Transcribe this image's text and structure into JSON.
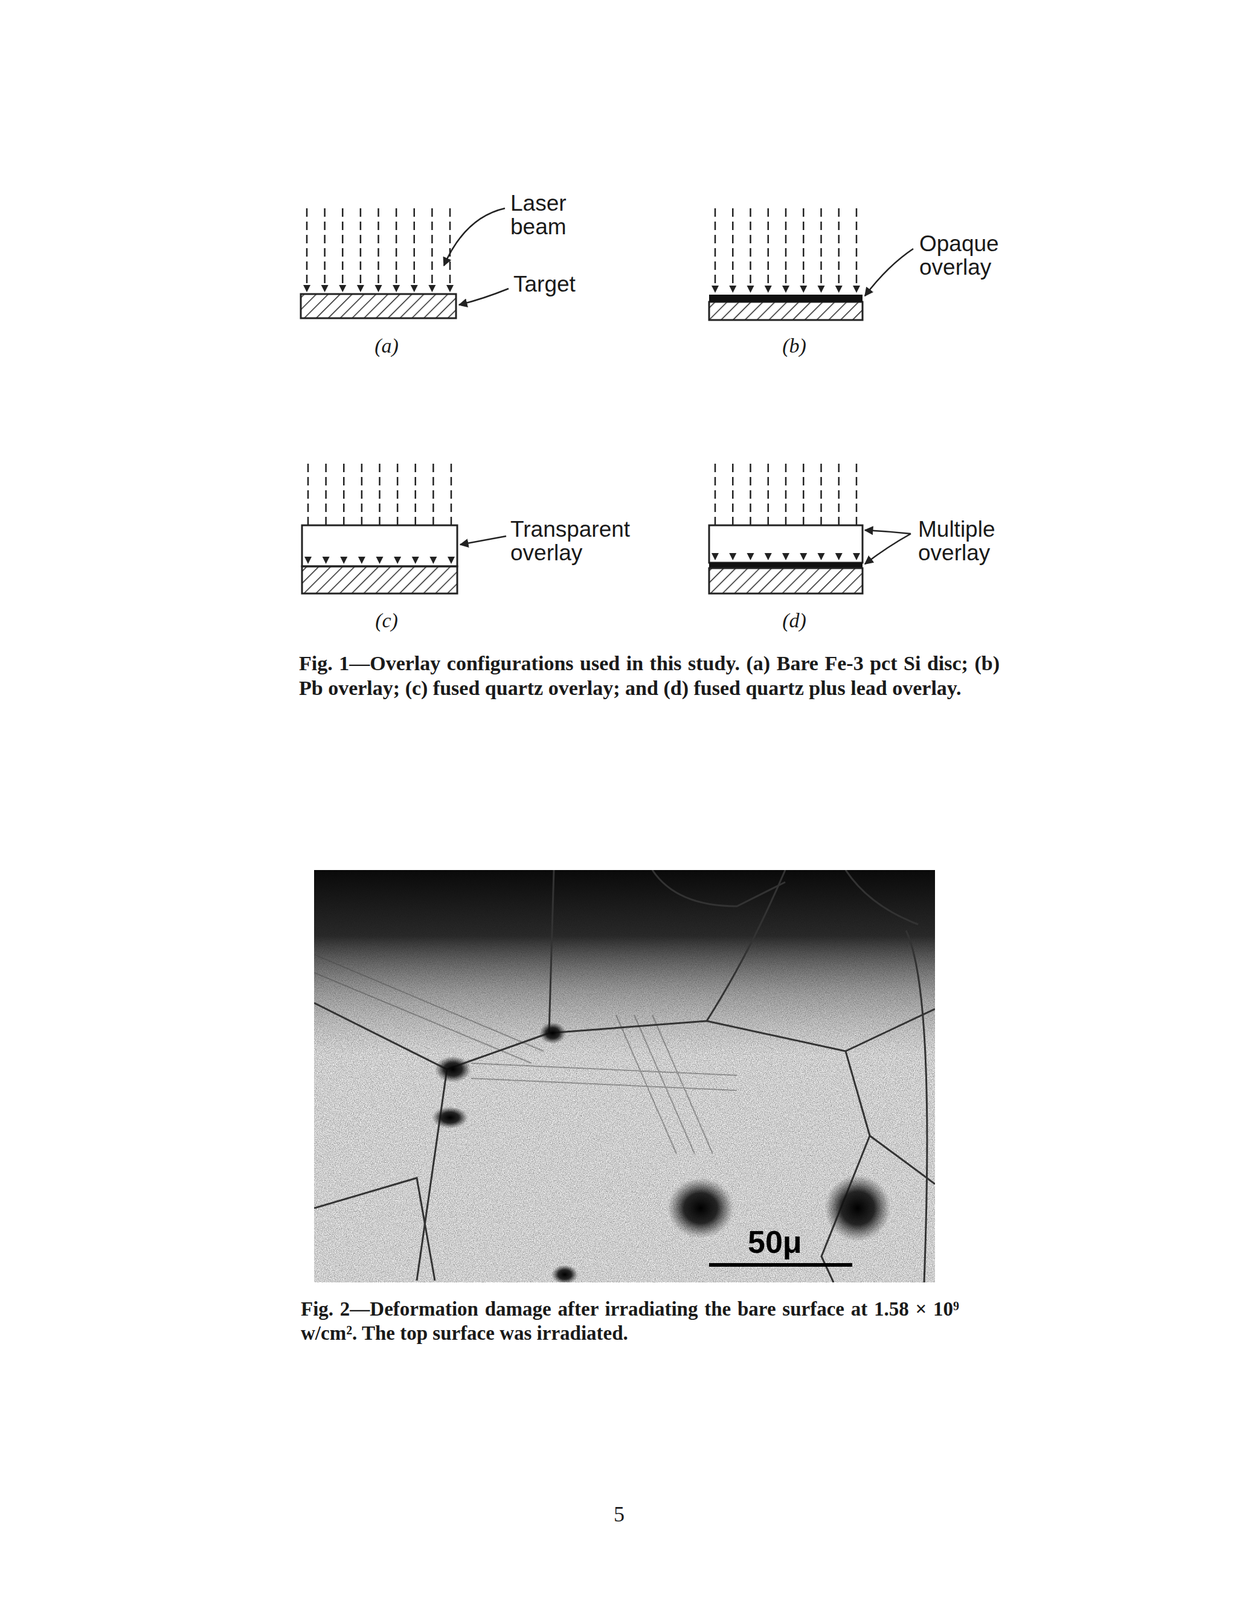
{
  "diagram": {
    "labels": [
      "Laser beam",
      "Target",
      "(a)",
      "Opaque overlay",
      "(b)",
      "Transparent overlay",
      "(c)",
      "Multiple overlay",
      "(d)",
      "Fig. 1—Overlay configurations used in this study. (a) Bare Fe-3 pct Si disc; (b) Pb overlay; (c) fused quartz overlay; and (d) fused quartz plus lead overlay.",
      "50μ",
      "Fig. 2—Deformation damage after irradiating the bare surface at 1.58 × 10⁹ w/cm². The top surface was irradiated.",
      "5"
    ]
  }
}
